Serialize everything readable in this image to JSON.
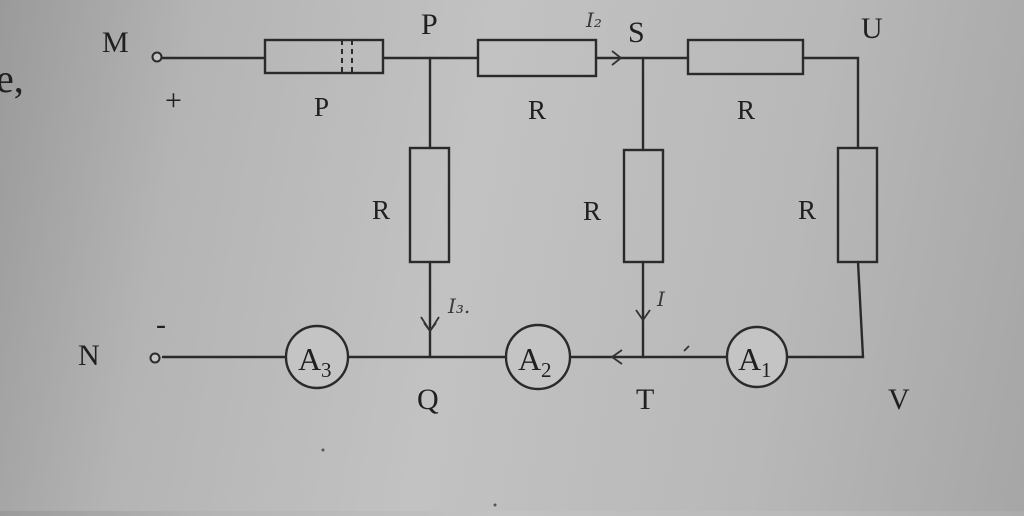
{
  "nodes": {
    "M": "M",
    "N": "N",
    "P": "P",
    "Q": "Q",
    "S": "S",
    "T": "T",
    "U": "U",
    "V": "V"
  },
  "polarity": {
    "plus": "+",
    "minus": "-"
  },
  "resistors": {
    "r_variable": "P",
    "r_PS": "R",
    "r_SU": "R",
    "r_PQ": "R",
    "r_ST": "R",
    "r_UV": "R"
  },
  "ammeters": {
    "a1": {
      "letter": "A",
      "sub": "1"
    },
    "a2": {
      "letter": "A",
      "sub": "2"
    },
    "a3": {
      "letter": "A",
      "sub": "3"
    }
  },
  "annotations": {
    "current_i2": "I₂",
    "current_i3": "I₃.",
    "current_i": "I"
  },
  "margin_text": "e,"
}
